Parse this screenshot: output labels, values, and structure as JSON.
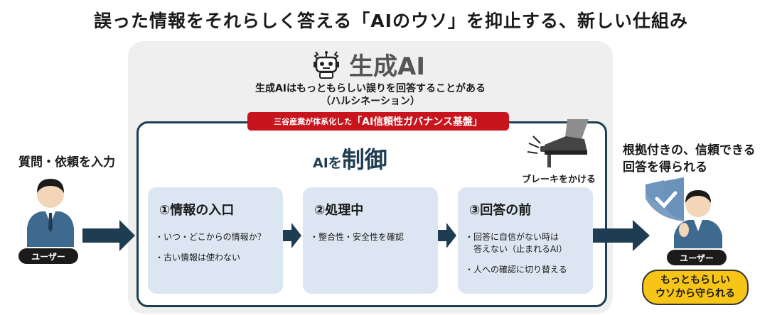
{
  "title": "誤った情報をそれらしく答える「AIのウソ」を抑止する、新しい仕組み",
  "generative_ai": {
    "label": "生成AI",
    "icon": "robot-icon",
    "description_line1": "生成AIはもっともらしい誤りを回答することがある",
    "description_line2": "（ハルシネーション）"
  },
  "governance_badge": {
    "prefix": "三谷産業が体系化した",
    "name": "「AI信頼性ガバナンス基盤」",
    "color": "#c8151d"
  },
  "control": {
    "prefix": "AIを",
    "main": "制御"
  },
  "brake": {
    "label": "ブレーキをかける",
    "icon": "brake-pedal-icon"
  },
  "stages": [
    {
      "title": "①情報の入口",
      "items": [
        "・いつ・どこからの情報か？",
        "・古い情報は使わない"
      ]
    },
    {
      "title": "②処理中",
      "items": [
        "・整合性・安全性を確認"
      ]
    },
    {
      "title": "③回答の前",
      "items": [
        "・回答に自信がない時は\n　答えない（止まれるAI）",
        "・人への確認に切り替える"
      ]
    }
  ],
  "user_left": {
    "label": "質問・依頼を入力",
    "tag": "ユーザー"
  },
  "user_right": {
    "label_line1": "根拠付きの、信頼できる",
    "label_line2": "回答を得られる",
    "tag": "ユーザー"
  },
  "result": {
    "line1": "もっともらしい",
    "line2": "ウソから守られる"
  },
  "colors": {
    "navy": "#1e3d52",
    "stage_bg": "#dce6f2",
    "panel_bg": "#efefef",
    "accent_yellow": "#f7c516",
    "red": "#c8151d"
  }
}
